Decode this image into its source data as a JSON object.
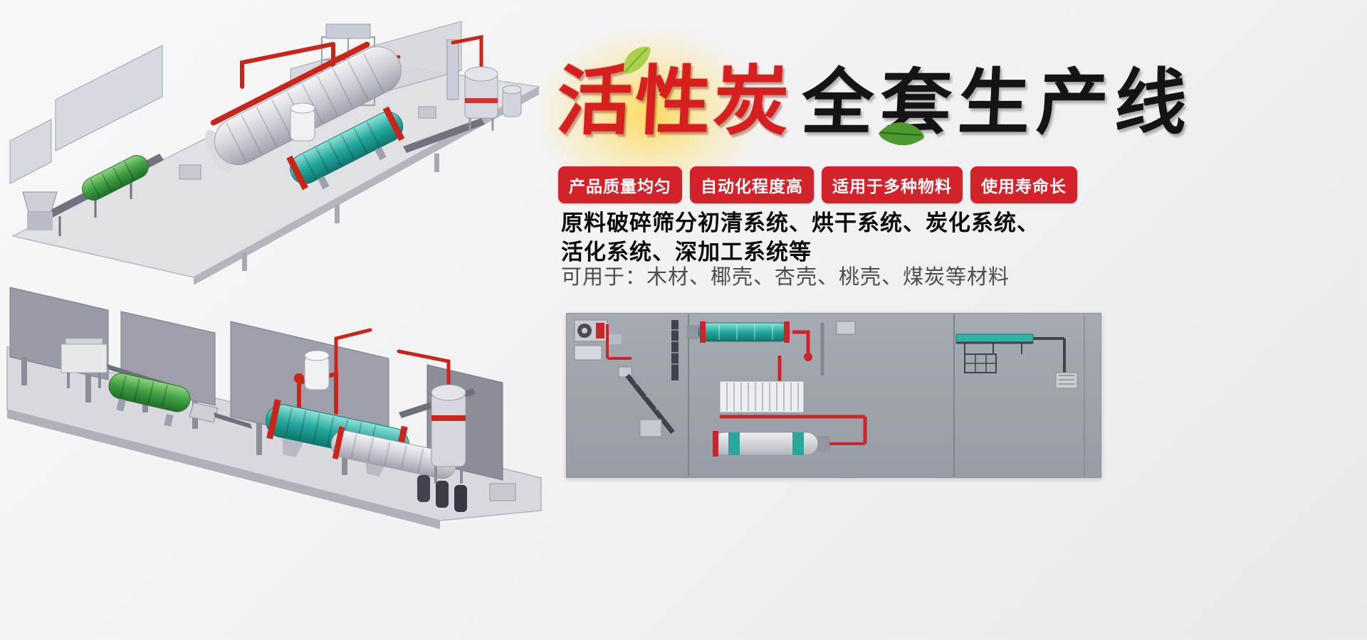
{
  "hero": {
    "title": {
      "red": "活性炭",
      "black": "全套生产线"
    },
    "badges": [
      "产品质量均匀",
      "自动化程度高",
      "适用于多种物料",
      "使用寿命长"
    ],
    "description": {
      "bold_line1": "原料破碎筛分初清系统、烘干系统、炭化系统、",
      "bold_line2": "活化系统、深加工系统等",
      "plain_line": "可用于：木材、椰壳、杏壳、桃壳、煤炭等材料"
    }
  },
  "colors": {
    "badge_red": "#d2232a",
    "title_red": "#d6201f",
    "title_black": "#141414",
    "pipe_red": "#c9261b",
    "machine_teal": "#2aa79d",
    "machine_green": "#3f9e43",
    "panel_gray": "#9ca0a8",
    "background": "#f2f2f4"
  }
}
